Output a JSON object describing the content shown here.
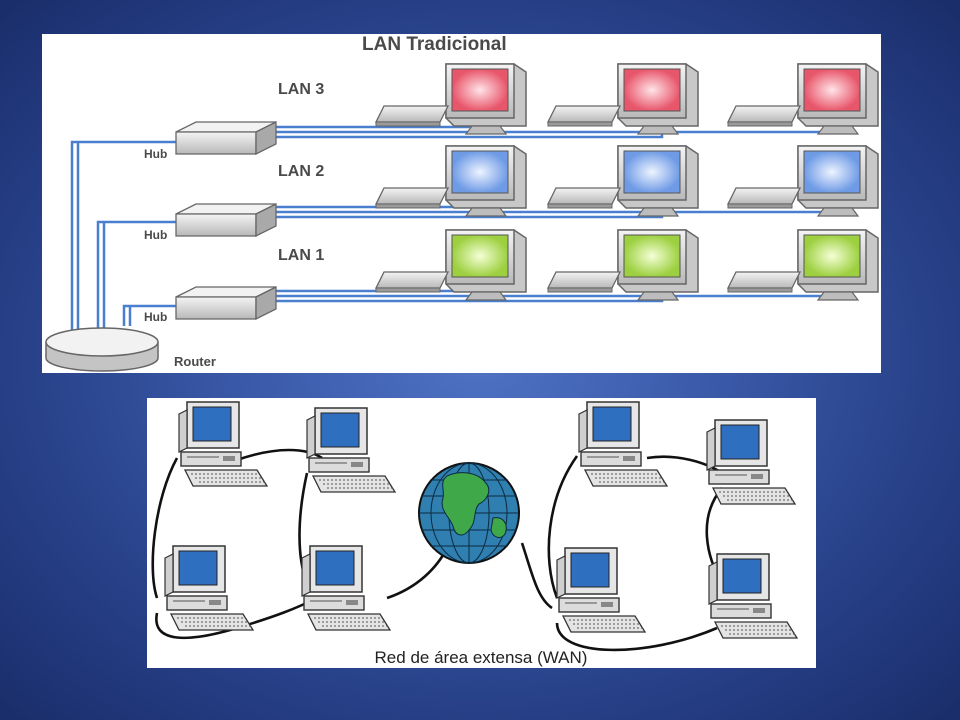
{
  "lan": {
    "title": "LAN Tradicional",
    "lans": [
      "LAN 3",
      "LAN 2",
      "LAN 1"
    ],
    "hub_label": "Hub",
    "router_label": "Router",
    "colors": {
      "lan3": "#f07a8a",
      "lan2": "#8fb4f2",
      "lan1": "#b8e060",
      "cable": "#4a7fd0"
    }
  },
  "wan": {
    "caption": "Red de área extensa (WAN)",
    "colors": {
      "screen": "#2f6fc0",
      "globe": "#2f7fb0",
      "cable": "#111111"
    }
  }
}
